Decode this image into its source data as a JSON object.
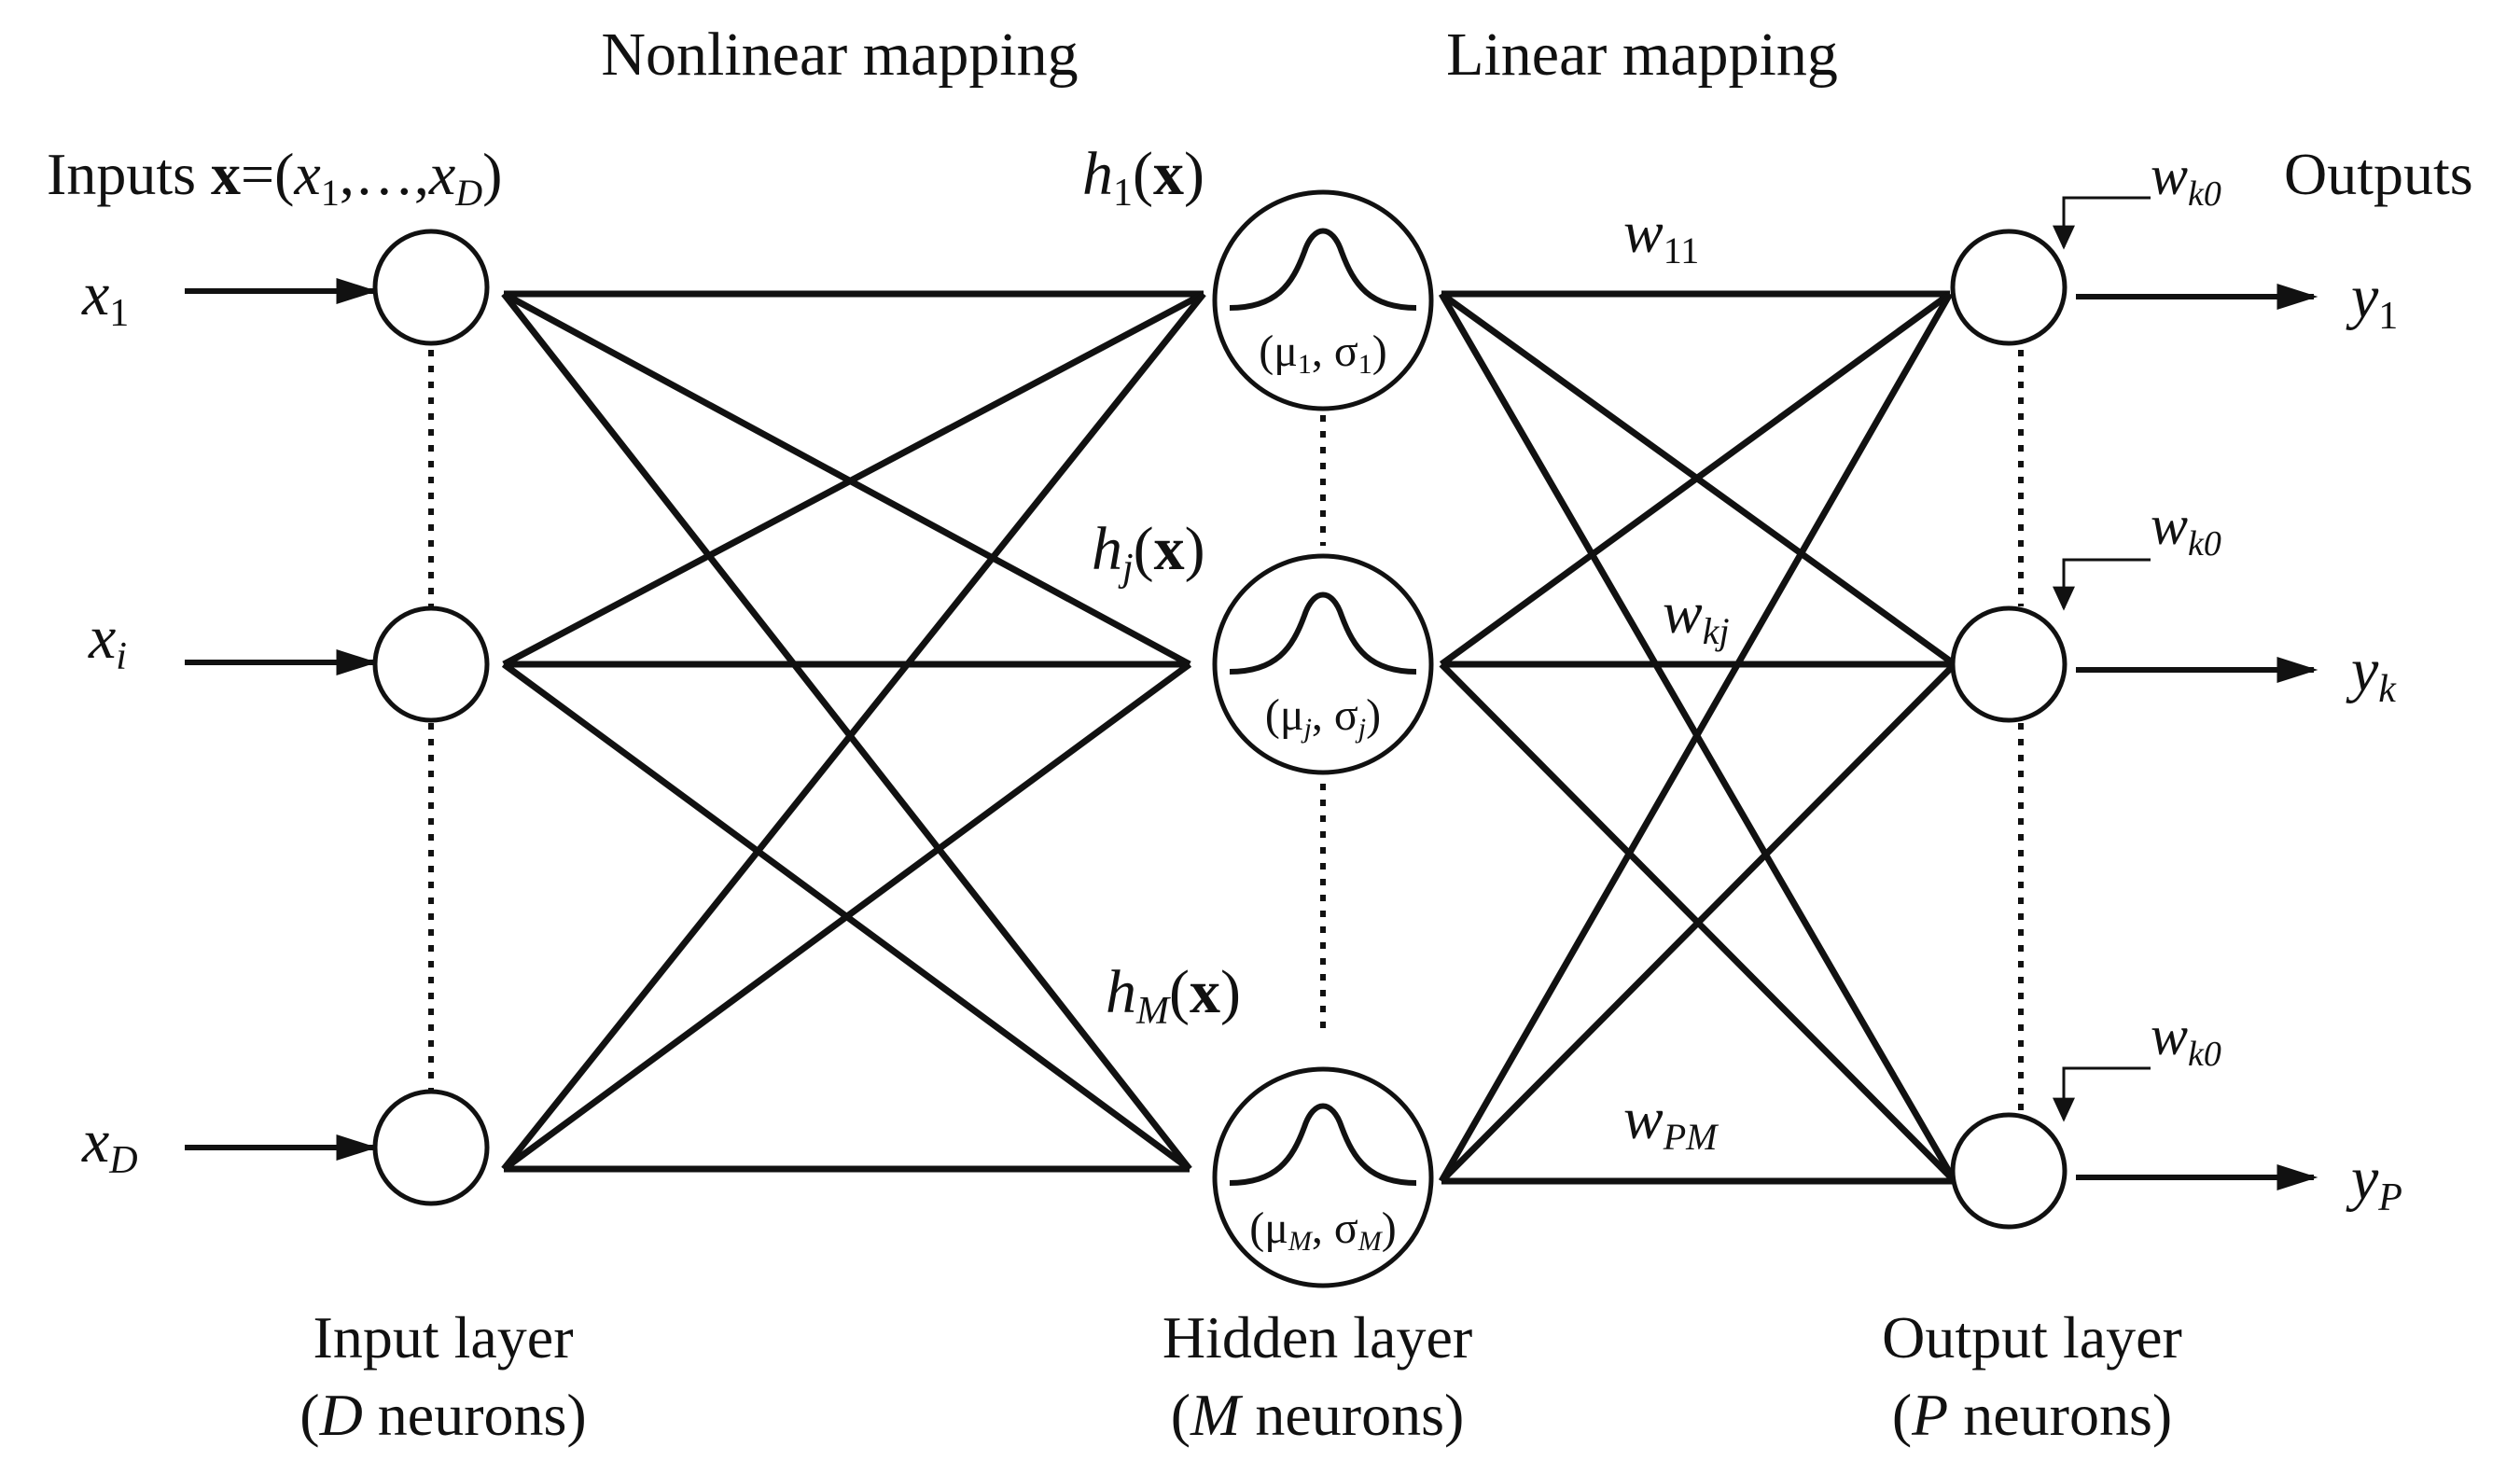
{
  "headers": {
    "nonlinear": "Nonlinear mapping",
    "linear": "Linear mapping"
  },
  "inputs_label": {
    "prefix": "Inputs ",
    "vec": "x",
    "eq": "=(",
    "x1": "x",
    "x1_sub": "1",
    "mid": ",…,",
    "xD": "x",
    "xD_sub": "D",
    "close": ")"
  },
  "outputs_label": "Outputs",
  "input_labels": [
    {
      "var": "x",
      "sub": "1"
    },
    {
      "var": "x",
      "sub": "i"
    },
    {
      "var": "x",
      "sub": "D"
    }
  ],
  "hidden_labels": [
    {
      "var": "h",
      "sub": "1",
      "open": "(",
      "arg": "x",
      "close": ")"
    },
    {
      "var": "h",
      "sub": "j",
      "open": "(",
      "arg": "x",
      "close": ")"
    },
    {
      "var": "h",
      "sub": "M",
      "open": "(",
      "arg": "x",
      "close": ")"
    }
  ],
  "hidden_params": [
    {
      "mu": "(μ",
      "mu_sub": "1",
      "comma": ", σ",
      "sigma_sub": "1",
      "close": ")"
    },
    {
      "mu": "(μ",
      "mu_sub": "j",
      "comma": ", σ",
      "sigma_sub": "j",
      "close": ")"
    },
    {
      "mu": "(μ",
      "mu_sub": "M",
      "comma": ", σ",
      "sigma_sub": "M",
      "close": ")"
    }
  ],
  "weights": [
    {
      "var": "w",
      "sub": "11"
    },
    {
      "var": "w",
      "sub": "kj"
    },
    {
      "var": "w",
      "sub": "PM"
    }
  ],
  "bias_labels": [
    {
      "var": "w",
      "sub": "k0"
    },
    {
      "var": "w",
      "sub": "k0"
    },
    {
      "var": "w",
      "sub": "k0"
    }
  ],
  "output_labels": [
    {
      "var": "y",
      "sub": "1"
    },
    {
      "var": "y",
      "sub": "k"
    },
    {
      "var": "y",
      "sub": "P"
    }
  ],
  "layers": {
    "input": {
      "title": "Input layer",
      "open": "(",
      "var": "D",
      "rest": " neurons)"
    },
    "hidden": {
      "title": "Hidden layer",
      "open": "(",
      "var": "M",
      "rest": " neurons)"
    },
    "output": {
      "title": "Output layer",
      "open": "(",
      "var": "P",
      "rest": " neurons)"
    }
  }
}
